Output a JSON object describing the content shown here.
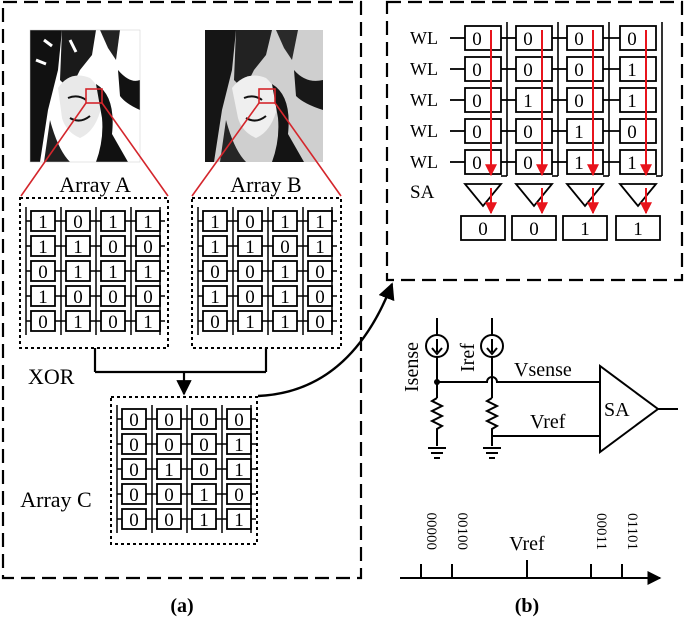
{
  "panel_a": {
    "caption": "(a)",
    "array_a_label": "Array A",
    "array_b_label": "Array B",
    "array_c_label": "Array C",
    "op_label": "XOR",
    "array_a": [
      [
        "1",
        "0",
        "1",
        "1"
      ],
      [
        "1",
        "1",
        "0",
        "0"
      ],
      [
        "0",
        "1",
        "1",
        "1"
      ],
      [
        "1",
        "0",
        "0",
        "0"
      ],
      [
        "0",
        "1",
        "0",
        "1"
      ]
    ],
    "array_b": [
      [
        "1",
        "0",
        "1",
        "1"
      ],
      [
        "1",
        "1",
        "0",
        "1"
      ],
      [
        "0",
        "0",
        "1",
        "0"
      ],
      [
        "1",
        "0",
        "1",
        "0"
      ],
      [
        "0",
        "1",
        "1",
        "0"
      ]
    ],
    "array_c": [
      [
        "0",
        "0",
        "0",
        "0"
      ],
      [
        "0",
        "0",
        "0",
        "1"
      ],
      [
        "0",
        "1",
        "0",
        "1"
      ],
      [
        "0",
        "0",
        "1",
        "0"
      ],
      [
        "0",
        "0",
        "1",
        "1"
      ]
    ]
  },
  "panel_b": {
    "caption": "(b)",
    "wl_label": "WL",
    "sa_label": "SA",
    "cells": [
      [
        "0",
        "0",
        "0",
        "0"
      ],
      [
        "0",
        "0",
        "0",
        "1"
      ],
      [
        "0",
        "1",
        "0",
        "1"
      ],
      [
        "0",
        "0",
        "1",
        "0"
      ],
      [
        "0",
        "0",
        "1",
        "1"
      ]
    ],
    "outputs": [
      "0",
      "0",
      "1",
      "1"
    ],
    "isense_label": "Isense",
    "iref_label": "Iref",
    "vsense_label": "Vsense",
    "vref_label": "Vref",
    "amp_label": "SA",
    "axis_codes": [
      "00000",
      "00100",
      "00011",
      "01101"
    ],
    "axis_vref_label": "Vref"
  },
  "colors": {
    "arrow": "#e8141c",
    "zoom": "#d4262c",
    "line": "#000000"
  }
}
